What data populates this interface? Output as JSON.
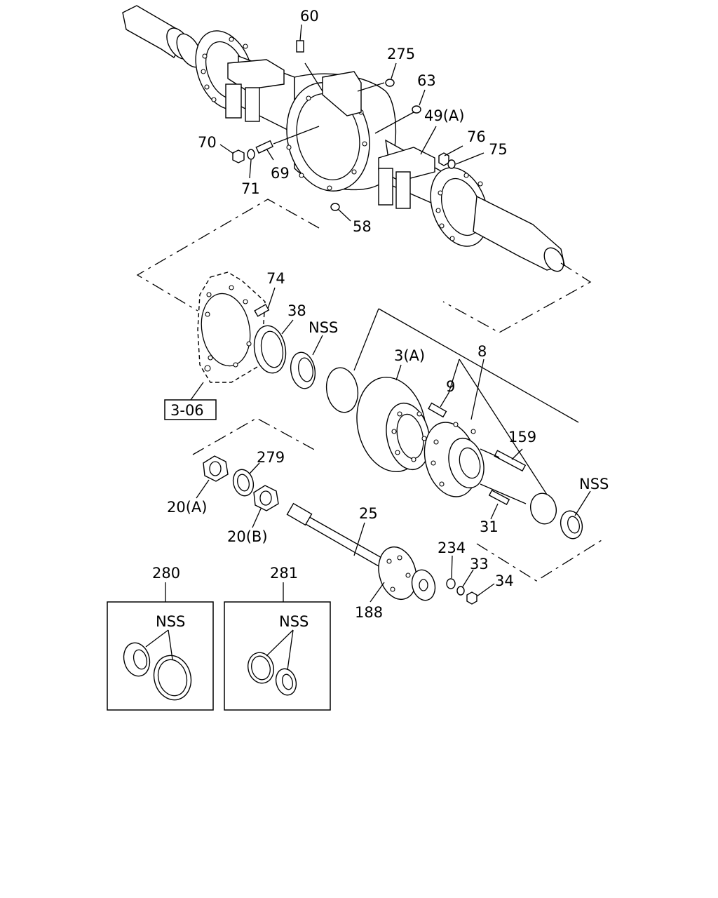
{
  "callouts": {
    "c60": "60",
    "c275": "275",
    "c63": "63",
    "c49a": "49(A)",
    "c76": "76",
    "c75": "75",
    "c70": "70",
    "c69": "69",
    "c71": "71",
    "c58": "58",
    "c74": "74",
    "c38": "38",
    "nss1": "NSS",
    "c3a": "3(A)",
    "c8": "8",
    "c9": "9",
    "c159": "159",
    "nss2": "NSS",
    "c31": "31",
    "c306": "3-06",
    "c279": "279",
    "c20a": "20(A)",
    "c20b": "20(B)",
    "c25": "25",
    "c234": "234",
    "c33": "33",
    "c34": "34",
    "c188": "188",
    "c280": "280",
    "c281": "281",
    "nss3": "NSS",
    "nss4": "NSS"
  }
}
